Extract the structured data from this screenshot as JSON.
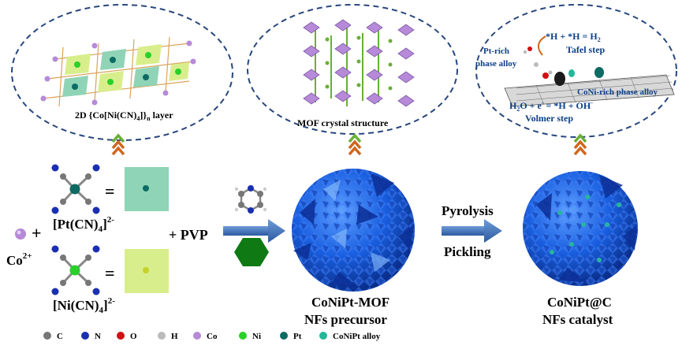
{
  "bubbles": {
    "left": {
      "caption_main": "2D {Co[Ni(CN)",
      "caption_sub1": "4",
      "caption_mid": "]}",
      "caption_sub2": "n",
      "caption_end": " layer"
    },
    "middle": {
      "caption": "MOF crystal structure"
    },
    "right": {
      "tafel_eq": "*H + *H = H",
      "tafel_eq_sub": "2",
      "tafel_label": "Tafel step",
      "pt_rich_1": "Pt-rich",
      "pt_rich_2": "phase alloy",
      "coni_rich": "CoNi-rich phase alloy",
      "volmer_eq_a": "H",
      "volmer_eq_sub": "2",
      "volmer_eq_b": "O + e",
      "volmer_eq_sup": "-",
      "volmer_eq_c": " = *H + OH",
      "volmer_eq_sup2": "-",
      "volmer_label": "Volmer step"
    }
  },
  "reactants": {
    "pt_complex": "[Pt(CN)",
    "pt_sub": "4",
    "pt_end": "]",
    "pt_charge": "2-",
    "ni_complex": "[Ni(CN)",
    "ni_sub": "4",
    "ni_end": "]",
    "ni_charge": "2-",
    "co_ion": "Co",
    "co_charge": "2+",
    "plus_1": "+",
    "plus_pvp": "+ PVP",
    "equals_1": "=",
    "equals_2": "="
  },
  "steps": {
    "pyrolysis": "Pyrolysis",
    "pickling": "Pickling"
  },
  "products": {
    "mof_line1": "CoNiPt-MOF",
    "mof_line2": "NFs precursor",
    "cat_line1": "CoNiPt@C",
    "cat_line2": "NFs catalyst"
  },
  "legend": [
    {
      "label": "C",
      "color": "#777777"
    },
    {
      "label": "N",
      "color": "#1a2fb0"
    },
    {
      "label": "O",
      "color": "#d01010"
    },
    {
      "label": "H",
      "color": "#bbbbbb"
    },
    {
      "label": "Co",
      "color": "#b68ad8"
    },
    {
      "label": "Ni",
      "color": "#2ad02a"
    },
    {
      "label": "Pt",
      "color": "#0d6b63"
    },
    {
      "label": "CoNiPt alloy",
      "color": "#25b79a"
    }
  ],
  "colors": {
    "bubble_border": "#27477d",
    "arrow_blue": "#3d6fb6",
    "chevron_orange": "#d0661d",
    "chevron_green": "#69b036",
    "sphere_blue": "#1a5fe0",
    "hexagon": "#0f7a14",
    "pt_square": "#8fd4b6",
    "ni_square": "#d8ee8c"
  }
}
